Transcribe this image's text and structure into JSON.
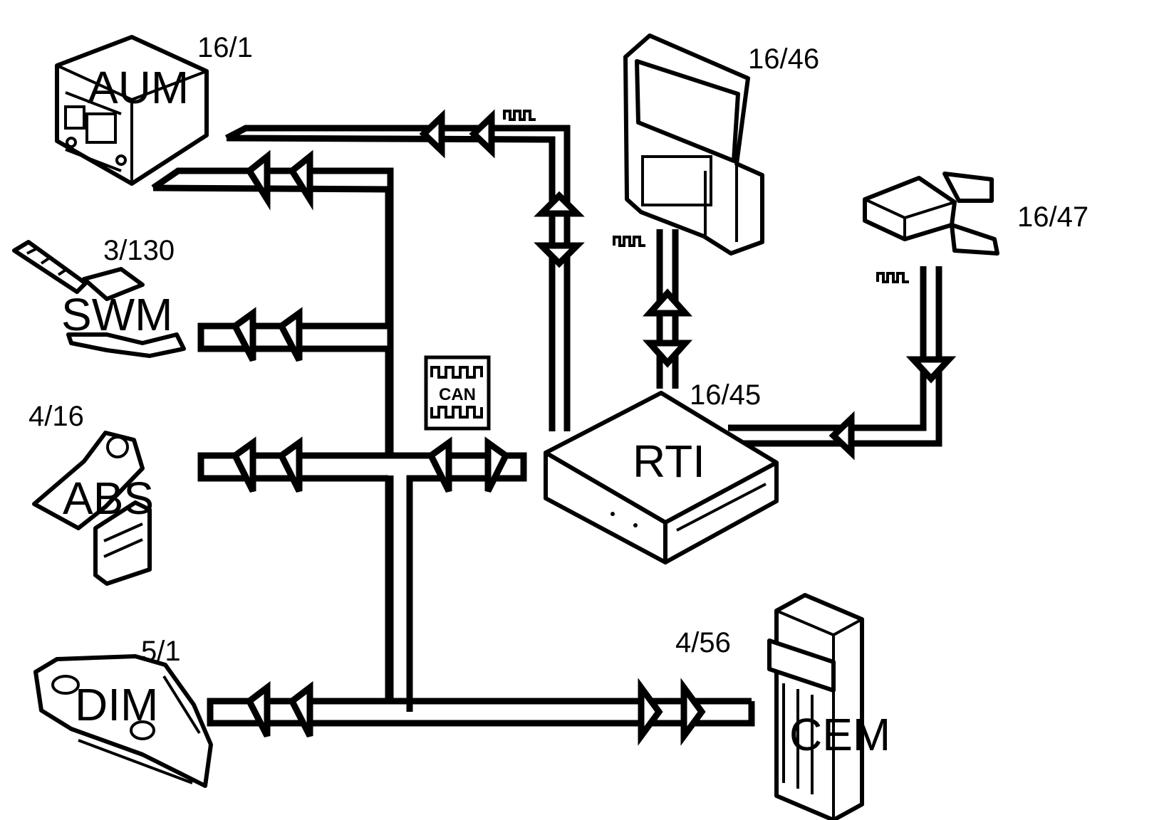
{
  "modules": [
    {
      "id": "aum",
      "code": "16/1",
      "name": "AUM"
    },
    {
      "id": "swm",
      "code": "3/130",
      "name": "SWM"
    },
    {
      "id": "abs",
      "code": "4/16",
      "name": "ABS"
    },
    {
      "id": "dim",
      "code": "5/1",
      "name": "DIM"
    },
    {
      "id": "display",
      "code": "16/46",
      "name": ""
    },
    {
      "id": "gps",
      "code": "16/47",
      "name": ""
    },
    {
      "id": "rti",
      "code": "16/45",
      "name": "RTI"
    },
    {
      "id": "cem",
      "code": "4/56",
      "name": "CEM"
    }
  ],
  "can_symbol_label": "CAN"
}
